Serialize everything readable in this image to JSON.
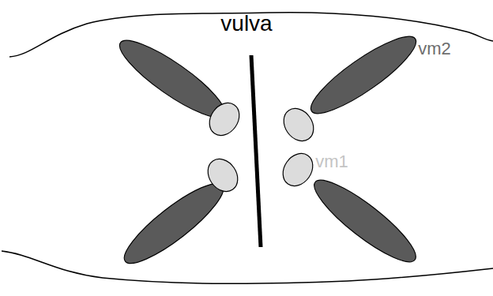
{
  "diagram": {
    "labels": [
      "vulva",
      "vm2",
      "vm1"
    ]
  }
}
